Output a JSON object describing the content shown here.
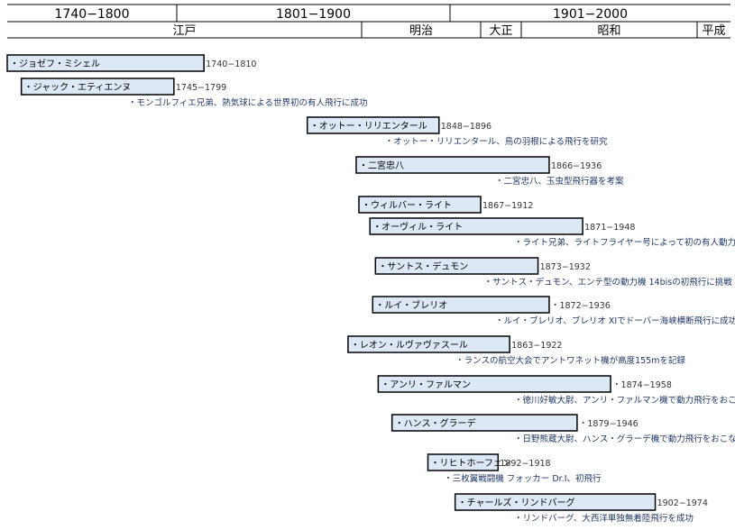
{
  "chart_data": {
    "type": "gantt",
    "title": "",
    "century_headers": [
      {
        "label": "1740−1800",
        "start": 1740,
        "end": 1800
      },
      {
        "label": "1801−1900",
        "start": 1800,
        "end": 1900
      },
      {
        "label": "1901−2000",
        "start": 1900,
        "end": 2000
      }
    ],
    "eras": [
      {
        "label": "江戸",
        "start": 1740,
        "end": 1868
      },
      {
        "label": "明治",
        "start": 1868,
        "end": 1912
      },
      {
        "label": "大正",
        "start": 1912,
        "end": 1926
      },
      {
        "label": "昭和",
        "start": 1926,
        "end": 1989
      },
      {
        "label": "平成",
        "start": 1989,
        "end": 2000
      }
    ],
    "people": [
      {
        "name": "・ジョゼフ・ミシェル",
        "years": "1740−1810",
        "start": 1740,
        "end": 1810,
        "note": ""
      },
      {
        "name": "・ジャック・エティエンヌ",
        "years": "1745−1799",
        "start": 1745,
        "end": 1799,
        "note": "・モンゴルフィエ兄弟、熱気球による世界初の有人飛行に成功"
      },
      {
        "name": "・オットー・リリエンタール",
        "years": "1848−1896",
        "start": 1848,
        "end": 1896,
        "note": "・オットー・リリエンタール、鳥の羽根による飛行を研究"
      },
      {
        "name": "・二宮忠八",
        "years": "1866−1936",
        "start": 1866,
        "end": 1936,
        "note": "・二宮忠八、玉虫型飛行器を考案"
      },
      {
        "name": "・ウィルバー・ライト",
        "years": "1867−1912",
        "start": 1867,
        "end": 1912,
        "note": ""
      },
      {
        "name": "・オーヴィル・ライト",
        "years": "1871−1948",
        "start": 1871,
        "end": 1948,
        "note": "・ライト兄弟、ライトフライヤー号によって初の有人動力飛行に成功"
      },
      {
        "name": "・サントス・デュモン",
        "years": "1873−1932",
        "start": 1873,
        "end": 1932,
        "note": "・サントス・デュモン、エンテ型の動力機 14bisの初飛行に挑戦"
      },
      {
        "name": "・ルイ・ブレリオ",
        "years": "・1872−1936",
        "start": 1872,
        "end": 1936,
        "note": "・ルイ・ブレリオ、ブレリオ XIでドーバー海峡横断飛行に成功"
      },
      {
        "name": "・レオン・ルヴァヴァスール",
        "years": "1863−1922",
        "start": 1863,
        "end": 1922,
        "note": "・ランスの航空大会でアントワネット機が高度155mを記録"
      },
      {
        "name": "・アンリ・ファルマン",
        "years": "・1874−1958",
        "start": 1874,
        "end": 1958,
        "note": "・徳川好敏大尉、アンリ・ファルマン機で動力飛行をおこなう"
      },
      {
        "name": "・ハンス・グラーデ",
        "years": "・1879−1946",
        "start": 1879,
        "end": 1946,
        "note": "・日野熊蔵大尉、ハンス・グラーデ機で動力飛行をおこなう"
      },
      {
        "name": "・リヒトホーフェン",
        "years": "1892−1918",
        "start": 1892,
        "end": 1918,
        "note": "・三枚翼戦闘機 フォッカー Dr.I、初飛行"
      },
      {
        "name": "・チャールズ・リンドバーグ",
        "years": "1902−1974",
        "start": 1902,
        "end": 1974,
        "note": "・リンドバーグ、大西洋単独無着陸飛行を成功"
      }
    ]
  }
}
